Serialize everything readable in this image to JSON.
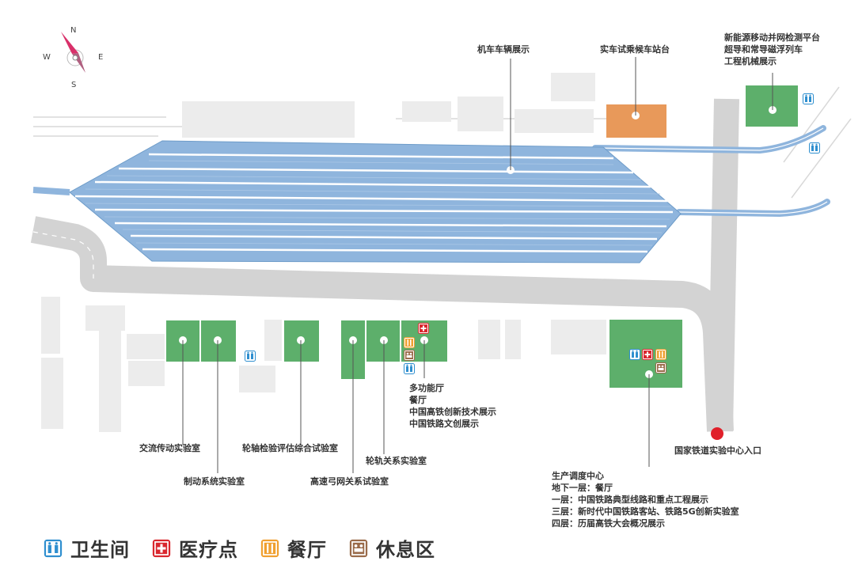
{
  "compass": {
    "n": "N",
    "s": "S",
    "e": "E",
    "w": "W"
  },
  "labels": {
    "locomotive_display": "机车车辆展示",
    "test_ride_platform": "实车试乘候车站台",
    "new_energy": "新能源移动并网检测平台\n超导和常导磁浮列车\n工程机械展示",
    "multi_function_hall": "多功能厅\n餐厅\n中国高铁创新技术展示\n中国铁路文创展示",
    "ac_drive_lab": "交流传动实验室",
    "brake_lab": "制动系统实验室",
    "wheelset_lab": "轮轴检验评估综合试验室",
    "pantograph_lab": "高速弓网关系试验室",
    "wheel_rail_lab": "轮轨关系实验室",
    "entrance": "国家铁道实验中心入口",
    "dispatch_center": "生产调度中心\n地下一层：餐厅\n一层：中国铁路典型线路和重点工程展示\n三层：新时代中国铁路客站、铁路5G创新实验室\n四层：历届高铁大会概况展示"
  },
  "legend": [
    {
      "icon": "restroom-icon",
      "label": "卫生间"
    },
    {
      "icon": "medical-icon",
      "label": "医疗点"
    },
    {
      "icon": "restaurant-icon",
      "label": "餐厅"
    },
    {
      "icon": "rest-area-icon",
      "label": "休息区"
    }
  ],
  "colors": {
    "building_green": "#5daf6b",
    "platform_orange": "#e8995a",
    "track_blue": "#8fb5dd",
    "road_gray": "#d3d3d3",
    "building_gray": "#ececec",
    "entrance_red": "#e0202a",
    "restroom_blue": "#2f8fcf",
    "medical_red": "#d9272e",
    "restaurant_orange": "#f0a030",
    "rest_brown": "#9a6b4a"
  }
}
